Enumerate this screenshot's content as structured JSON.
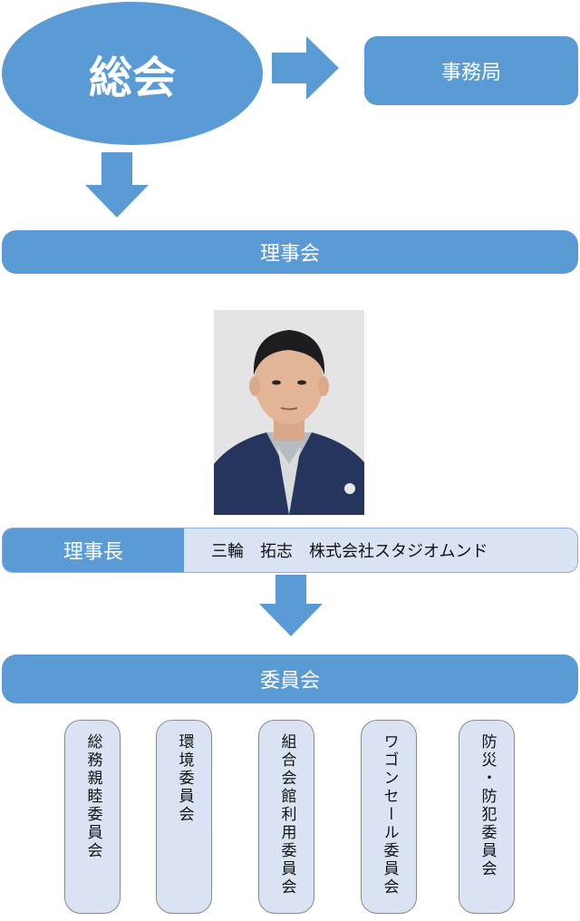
{
  "general_assembly": {
    "label": "総会"
  },
  "secretariat": {
    "label": "事務局"
  },
  "board": {
    "label": "理事会"
  },
  "chairman": {
    "role_label": "理事長",
    "name_text": "三輪　拓志　株式会社スタジオムンド"
  },
  "committees_header": {
    "label": "委員会"
  },
  "committees": [
    {
      "label": "総務親睦委員会"
    },
    {
      "label": "環境委員会"
    },
    {
      "label": "組合会館利用委員会"
    },
    {
      "label": "ワゴンセール委員会"
    },
    {
      "label": "防災・防犯委員会"
    }
  ],
  "colors": {
    "primary": "#5b9bd5",
    "light_fill": "#dae3f3",
    "text_on_primary": "#ffffff"
  }
}
